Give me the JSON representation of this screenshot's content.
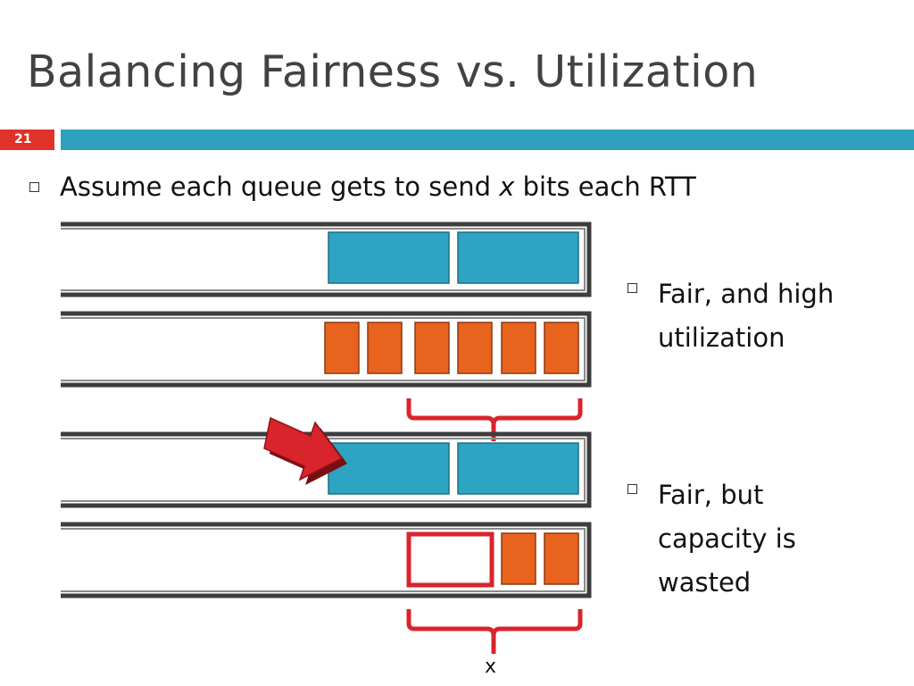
{
  "slide": {
    "title": "Balancing Fairness vs. Utilization",
    "number": "21"
  },
  "bullets": {
    "main_before": "Assume each queue gets to send ",
    "main_var": "x",
    "main_after": " bits each RTT",
    "fair_high": "Fair, and high utilization",
    "fair_waste": "Fair, but capacity is wasted"
  },
  "diagram": {
    "brace_label": "x",
    "queues": [
      {
        "packet_type": "large",
        "packets": 2
      },
      {
        "packet_type": "small",
        "packets": 6
      },
      {
        "packet_type": "large",
        "packets": 2,
        "arrow": true
      },
      {
        "packet_type": "small",
        "packets": 2,
        "empty_large_slot": true
      }
    ]
  },
  "colors": {
    "title_text": "#424242",
    "accent_bar": "#2e9fbe",
    "slide_number_bg": "#e0322a",
    "large_packet": "#2da4c1",
    "small_packet": "#e8641e",
    "brace": "#d9242b",
    "arrow": "#d9242b",
    "queue_border": "#3d3d3d"
  }
}
